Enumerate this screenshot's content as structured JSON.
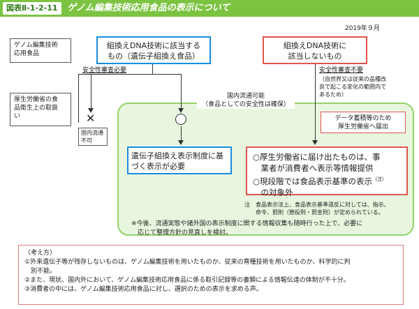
{
  "header": {
    "fig_label": "図表Ⅱ-1-2-11",
    "title": "ゲノム編集技術応用食品の表示について"
  },
  "date": "2019年９月",
  "side_labels": {
    "food": "ゲノム編集技術\n応用食品",
    "handling": "厚生労働省の食\n品衛生上の取扱\nい"
  },
  "boxes": {
    "gm_applicable": "組換えDNA技術に該当する\nもの（遺伝子組換え食品）",
    "gm_not_applicable": "組換えDNA技術に\n該当しないもの",
    "gm_label_required": "遺伝子組換え表示制度に基\nづく表示が必要"
  },
  "labels": {
    "safety_required": "安全性審査必要",
    "safety_not_required": "安全性審査不要",
    "safety_not_required_note": "（自然界又は従来の品種改\n良で起こる変化の範囲内で\nあるため）",
    "circulation_no": "国内流通\n不可",
    "circulation_ok": "国内流通可能\n（食品としての安全性は確保）",
    "data_storage": "データ蓄積等のため\n厚生労働省へ届出"
  },
  "red_list": {
    "item1": "○厚生労働省に届け出たものは、事\n　業者が消費者へ表示等情報提供",
    "item2a": "○現段階では食品表示基準の表示",
    "item2_sup": "（注）",
    "item2b": "　の対象外"
  },
  "note": "注　食品表示法上、食品表示基準違反に対しては、指示、\n　　命令、罰則（懲役刑・罰金刑）が定められている。",
  "future_note": "※今後、流通実態や諸外国の表示制度に関する情報収集も随時行った上で、必要に\n　応じて整理方針の見直しを検討。",
  "considerations": {
    "heading": "（考え方）",
    "items": [
      "①外来遺伝子等が残存しないものは、ゲノム編集技術を用いたものか、従来の育種技術を用いたものか、科学的に判\n　別不能。",
      "②また、現状、国内外において、ゲノム編集技術応用食品に係る取引記録等の書類による情報伝達の体制が不十分。",
      "③消費者の中には、ゲノム編集技術応用食品に対し、選択のための表示を求める声。"
    ]
  },
  "colors": {
    "header_green": "#7cc342",
    "blue_border": "#1a8be0",
    "red_border": "#e0544e",
    "green_area": "#e8f6df"
  }
}
